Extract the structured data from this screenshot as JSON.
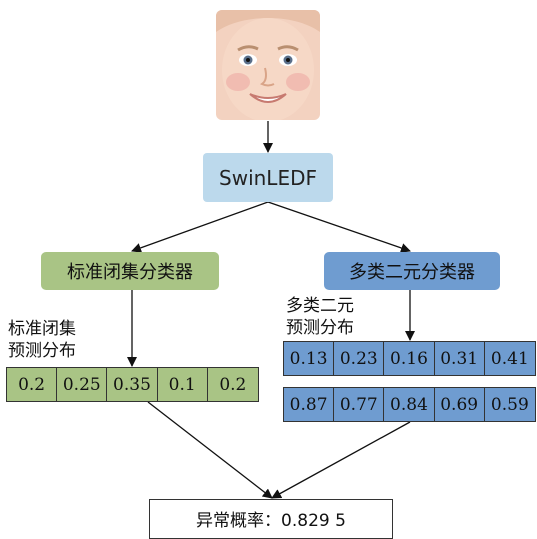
{
  "model": {
    "label": "SwinLEDF"
  },
  "classifiers": {
    "standard": {
      "label": "标准闭集分类器",
      "dist_label_line1": "标准闭集",
      "dist_label_line2": "预测分布"
    },
    "multi": {
      "label": "多类二元分类器",
      "dist_label_line1": "多类二元",
      "dist_label_line2": "预测分布"
    }
  },
  "distributions": {
    "standard": [
      "0.2",
      "0.25",
      "0.35",
      "0.1",
      "0.2"
    ],
    "multi_row1": [
      "0.13",
      "0.23",
      "0.16",
      "0.31",
      "0.41"
    ],
    "multi_row2": [
      "0.87",
      "0.77",
      "0.84",
      "0.69",
      "0.59"
    ]
  },
  "result": {
    "text": "异常概率：0.829 5"
  },
  "colors": {
    "model": "#bcd9ec",
    "standard": "#a9c485",
    "multi": "#6f9cd0"
  }
}
